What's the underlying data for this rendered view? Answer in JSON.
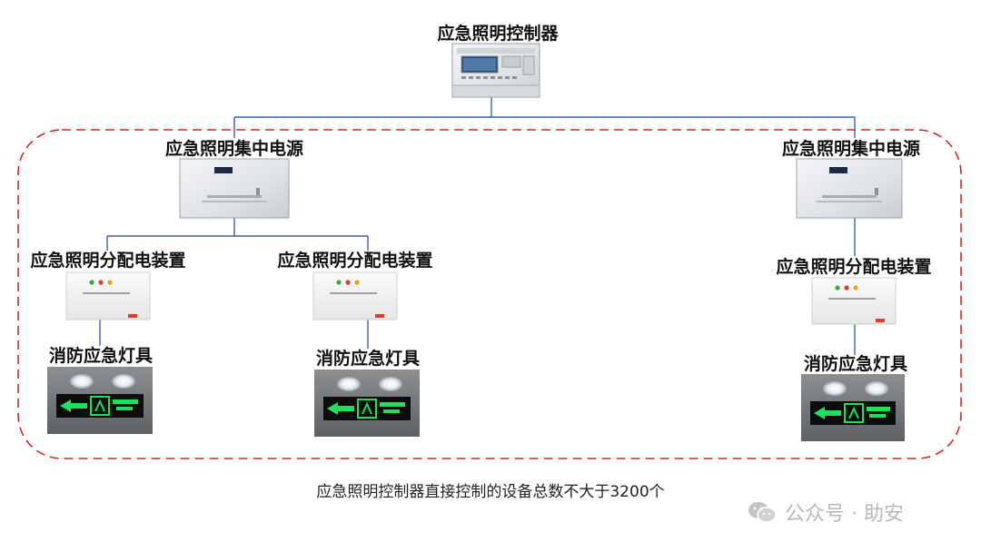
{
  "nodes": {
    "controller": "应急照明控制器",
    "power_left": "应急照明集中电源",
    "power_right": "应急照明集中电源",
    "dist_1": "应急照明分配电装置",
    "dist_2": "应急照明分配电装置",
    "dist_3": "应急照明分配电装置",
    "lamp_1": "消防应急灯具",
    "lamp_2": "消防应急灯具",
    "lamp_3": "消防应急灯具"
  },
  "caption": "应急照明控制器直接控制的设备总数不大于3200个",
  "watermark": "公众号 · 助安",
  "colors": {
    "connector": "#3a5bb8",
    "boundary": "#e02020",
    "panel": "#e4e6e9",
    "exit_green": "#1fe05a"
  }
}
